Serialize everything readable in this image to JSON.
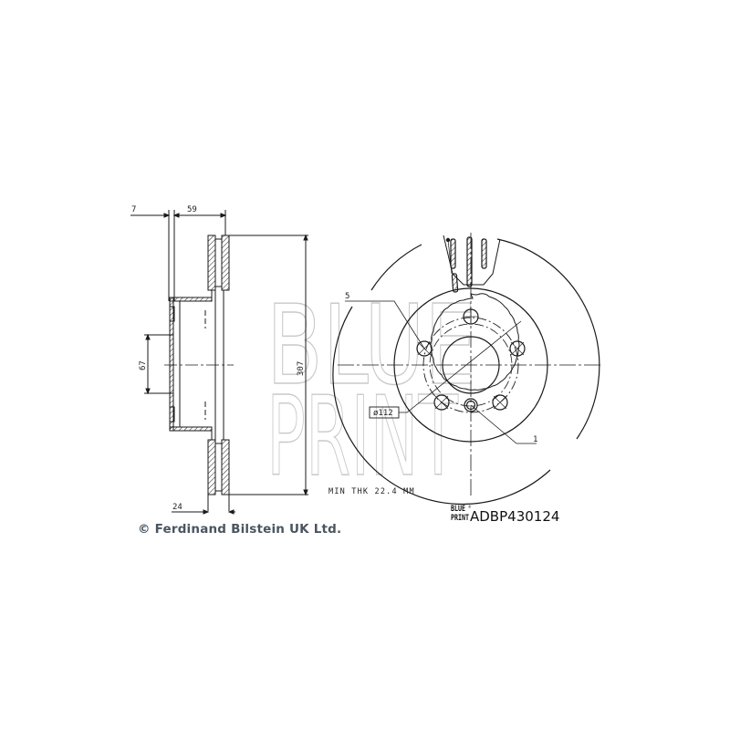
{
  "drawing": {
    "title": "Brake disc technical drawing",
    "watermark": {
      "line1": "BLUE",
      "line2": "PRINT"
    },
    "side_view": {
      "dimensions": {
        "hub_offset": "7",
        "overall_height": "59",
        "centre_bore_height": "67",
        "disc_thickness": "24",
        "outer_diameter": "307"
      }
    },
    "front_view": {
      "callout_bolt_holes": "5",
      "callout_bolt_circle": "ø112",
      "callout_locating_hole": "1"
    },
    "min_thickness_note": "MIN THK 22.4 MM"
  },
  "footer": {
    "copyright": "© Ferdinand Bilstein UK Ltd.",
    "logo": {
      "line1": "BLUE",
      "line2": "PRINT",
      "reg": "®"
    },
    "part_number": "ADBP430124"
  },
  "colors": {
    "line": "#1a1a1a",
    "watermark": "#c9c9c9",
    "copyright_text": "#4a5560",
    "background": "#ffffff"
  }
}
